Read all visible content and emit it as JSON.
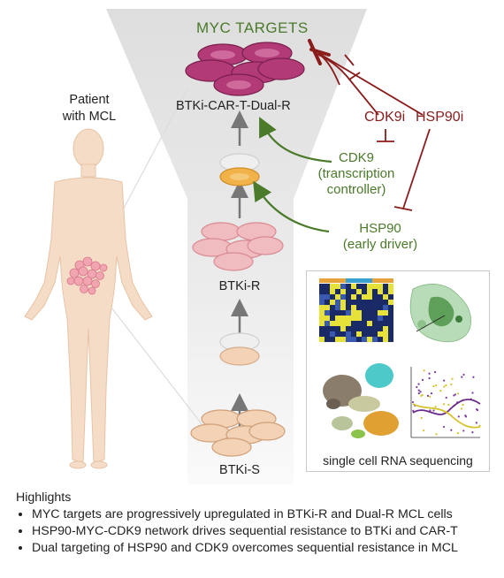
{
  "labels": {
    "myc_targets": "MYC TARGETS",
    "btki_car_t_dual_r": "BTKi-CAR-T-Dual-R",
    "btki_r": "BTKi-R",
    "btki_s": "BTKi-S",
    "patient_line1": "Patient",
    "patient_line2": "with MCL",
    "cdk9i": "CDK9i",
    "hsp90i": "HSP90i",
    "cdk9_line1": "CDK9",
    "cdk9_line2": "(transcription",
    "cdk9_line3": "controller)",
    "hsp90_line1": "HSP90",
    "hsp90_line2": "(early driver)",
    "single_cell": "single cell RNA sequencing"
  },
  "highlights": {
    "title": "Highlights",
    "items": [
      "MYC targets are progressively upregulated in BTKi-R and Dual-R MCL cells",
      "HSP90-MYC-CDK9 network drives sequential resistance to BTKi and CAR-T",
      "Dual targeting of HSP90 and CDK9 overcomes sequential resistance in MCL"
    ]
  },
  "colors": {
    "green": "#4a7a2a",
    "red": "#8a1c1c",
    "funnel": "#e3e3e3",
    "dual_r_cell": "#b23a76",
    "btki_r_cell": "#f1bcc0",
    "btki_s_cell": "#f3d2b6",
    "orange_cell": "#f2b24a"
  }
}
